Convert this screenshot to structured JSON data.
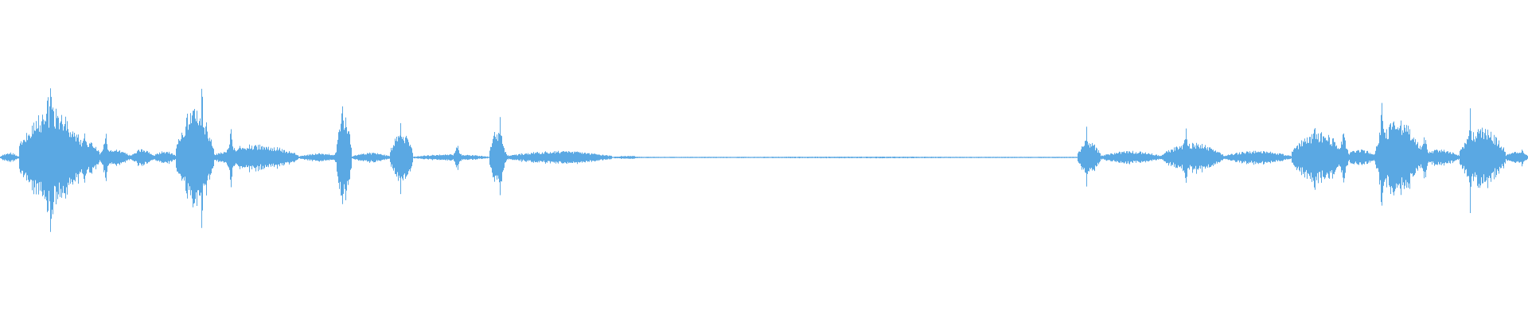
{
  "waveform": {
    "color": "#5aa8e3",
    "baseline_amplitude": 0.008,
    "segments": [
      {
        "start": 0.0,
        "end": 0.012,
        "amp": 0.06
      },
      {
        "start": 0.012,
        "end": 0.055,
        "amp": 0.6
      },
      {
        "start": 0.055,
        "end": 0.065,
        "amp": 0.2
      },
      {
        "start": 0.065,
        "end": 0.085,
        "amp": 0.1
      },
      {
        "start": 0.085,
        "end": 0.1,
        "amp": 0.1
      },
      {
        "start": 0.1,
        "end": 0.115,
        "amp": 0.08
      },
      {
        "start": 0.115,
        "end": 0.14,
        "amp": 0.62
      },
      {
        "start": 0.14,
        "end": 0.195,
        "amp": 0.16
      },
      {
        "start": 0.195,
        "end": 0.225,
        "amp": 0.05
      },
      {
        "start": 0.22,
        "end": 0.23,
        "amp": 0.56
      },
      {
        "start": 0.23,
        "end": 0.255,
        "amp": 0.06
      },
      {
        "start": 0.255,
        "end": 0.27,
        "amp": 0.32
      },
      {
        "start": 0.27,
        "end": 0.32,
        "amp": 0.04
      },
      {
        "start": 0.32,
        "end": 0.33,
        "amp": 0.34
      },
      {
        "start": 0.33,
        "end": 0.4,
        "amp": 0.08
      },
      {
        "start": 0.4,
        "end": 0.42,
        "amp": 0.02
      },
      {
        "start": 0.42,
        "end": 0.705,
        "amp": 0.01
      },
      {
        "start": 0.705,
        "end": 0.72,
        "amp": 0.2
      },
      {
        "start": 0.72,
        "end": 0.76,
        "amp": 0.08
      },
      {
        "start": 0.76,
        "end": 0.8,
        "amp": 0.18
      },
      {
        "start": 0.8,
        "end": 0.845,
        "amp": 0.08
      },
      {
        "start": 0.845,
        "end": 0.88,
        "amp": 0.32
      },
      {
        "start": 0.88,
        "end": 0.9,
        "amp": 0.1
      },
      {
        "start": 0.9,
        "end": 0.93,
        "amp": 0.46
      },
      {
        "start": 0.93,
        "end": 0.955,
        "amp": 0.1
      },
      {
        "start": 0.955,
        "end": 0.985,
        "amp": 0.36
      },
      {
        "start": 0.985,
        "end": 1.0,
        "amp": 0.08
      }
    ],
    "spikes": [
      {
        "at": 0.031,
        "amp": 0.98
      },
      {
        "at": 0.033,
        "amp": 0.93
      },
      {
        "at": 0.055,
        "amp": 0.46
      },
      {
        "at": 0.069,
        "amp": 0.34
      },
      {
        "at": 0.132,
        "amp": 0.99
      },
      {
        "at": 0.151,
        "amp": 0.38
      },
      {
        "at": 0.224,
        "amp": 0.86
      },
      {
        "at": 0.262,
        "amp": 0.44
      },
      {
        "at": 0.299,
        "amp": 0.18
      },
      {
        "at": 0.327,
        "amp": 0.52
      },
      {
        "at": 0.711,
        "amp": 0.42
      },
      {
        "at": 0.776,
        "amp": 0.36
      },
      {
        "at": 0.86,
        "amp": 0.52
      },
      {
        "at": 0.879,
        "amp": 0.44
      },
      {
        "at": 0.904,
        "amp": 0.72
      },
      {
        "at": 0.918,
        "amp": 0.4
      },
      {
        "at": 0.932,
        "amp": 0.34
      },
      {
        "at": 0.962,
        "amp": 0.6
      },
      {
        "at": 0.979,
        "amp": 0.34
      },
      {
        "at": 0.996,
        "amp": 0.14
      }
    ]
  }
}
